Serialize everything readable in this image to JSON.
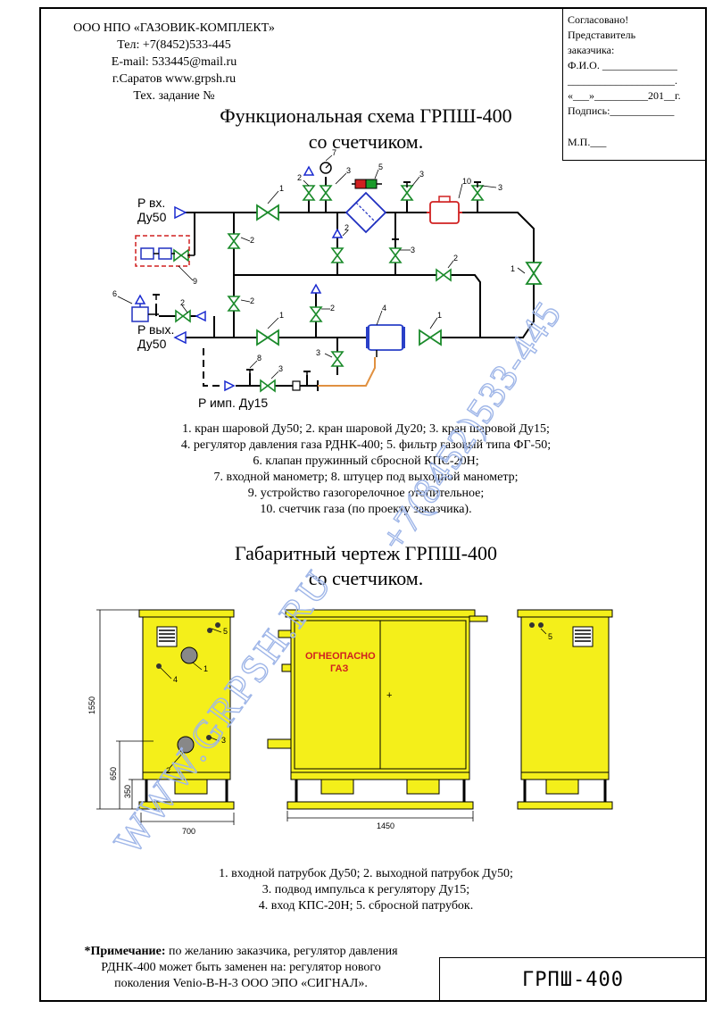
{
  "company": {
    "name": "ООО НПО «ГАЗОВИК-КОМПЛЕКТ»",
    "phone": "Тел: +7(8452)533-445",
    "email": "E-mail: 533445@mail.ru",
    "site": "г.Саратов  www.grpsh.ru",
    "task": "Тех. задание №"
  },
  "approval": {
    "line1": "Согласовано!",
    "line2": "Представитель",
    "line3": "заказчика:",
    "fio": "Ф.И.О. ______________",
    "blank": "____________________.",
    "date": "«___»__________201__г.",
    "sign": "Подпись:____________",
    "mp": "М.П.___"
  },
  "schema": {
    "title1": "Функциональная схема ГРПШ-400",
    "title2": "со счетчиком.",
    "p_in": "P вх.",
    "dn_in": "Ду50",
    "p_out": "P вых.",
    "dn_out": "Ду50",
    "p_imp": "P имп. Ду15",
    "labels": [
      "1",
      "2",
      "3",
      "4",
      "5",
      "6",
      "7",
      "8",
      "9",
      "10"
    ]
  },
  "legend1": [
    "1. кран шаровой Ду50; 2. кран шаровой Ду20; 3. кран шаровой Ду15;",
    "4. регулятор давления газа РДНК-400;  5. фильтр газовый типа ФГ-50;",
    "6. клапан пружинный сбросной КПС-20Н;",
    "7. входной манометр; 8. штуцер под выходной манометр;",
    "9. устройство газогорелочное отопительное;",
    "10. счетчик газа (по проекту заказчика)."
  ],
  "drawing": {
    "title1": "Габаритный чертеж ГРПШ-400",
    "title2": "со счетчиком.",
    "dim_height": "1550",
    "dim_650": "650",
    "dim_350": "350",
    "dim_width_side": "700",
    "dim_width_front": "1450",
    "warning1": "ОГНЕОПАСНО",
    "warning2": "ГАЗ",
    "plus": "+",
    "callouts": [
      "1",
      "2",
      "3",
      "4",
      "5",
      "5"
    ]
  },
  "legend2": [
    "1. входной патрубок Ду50; 2. выходной патрубок Ду50;",
    "3. подвод импульса к регулятору Ду15;",
    "4. вход КПС-20Н;  5. сбросной патрубок."
  ],
  "note": {
    "label": "*Примечание:",
    "text1": " по желанию заказчика, регулятор давления",
    "text2": "РДНК-400 может быть заменен на: регулятор нового",
    "text3": "поколения Venio-В-Н-3  ООО ЭПО «СИГНАЛ»."
  },
  "watermark": {
    "site": "WWW.GRPSH.RU",
    "phone": "+7(8452)533-445"
  },
  "stamp": "ГРПШ-400",
  "colors": {
    "valve": "#1a8a2a",
    "valve_fill": "#ffffff",
    "filter": "#2030c0",
    "meter": "#d02020",
    "regulator": "#2a40c8",
    "yellow": "#f4ef1a",
    "orange_line": "#e09040",
    "watermark": "#9fb6e8"
  }
}
